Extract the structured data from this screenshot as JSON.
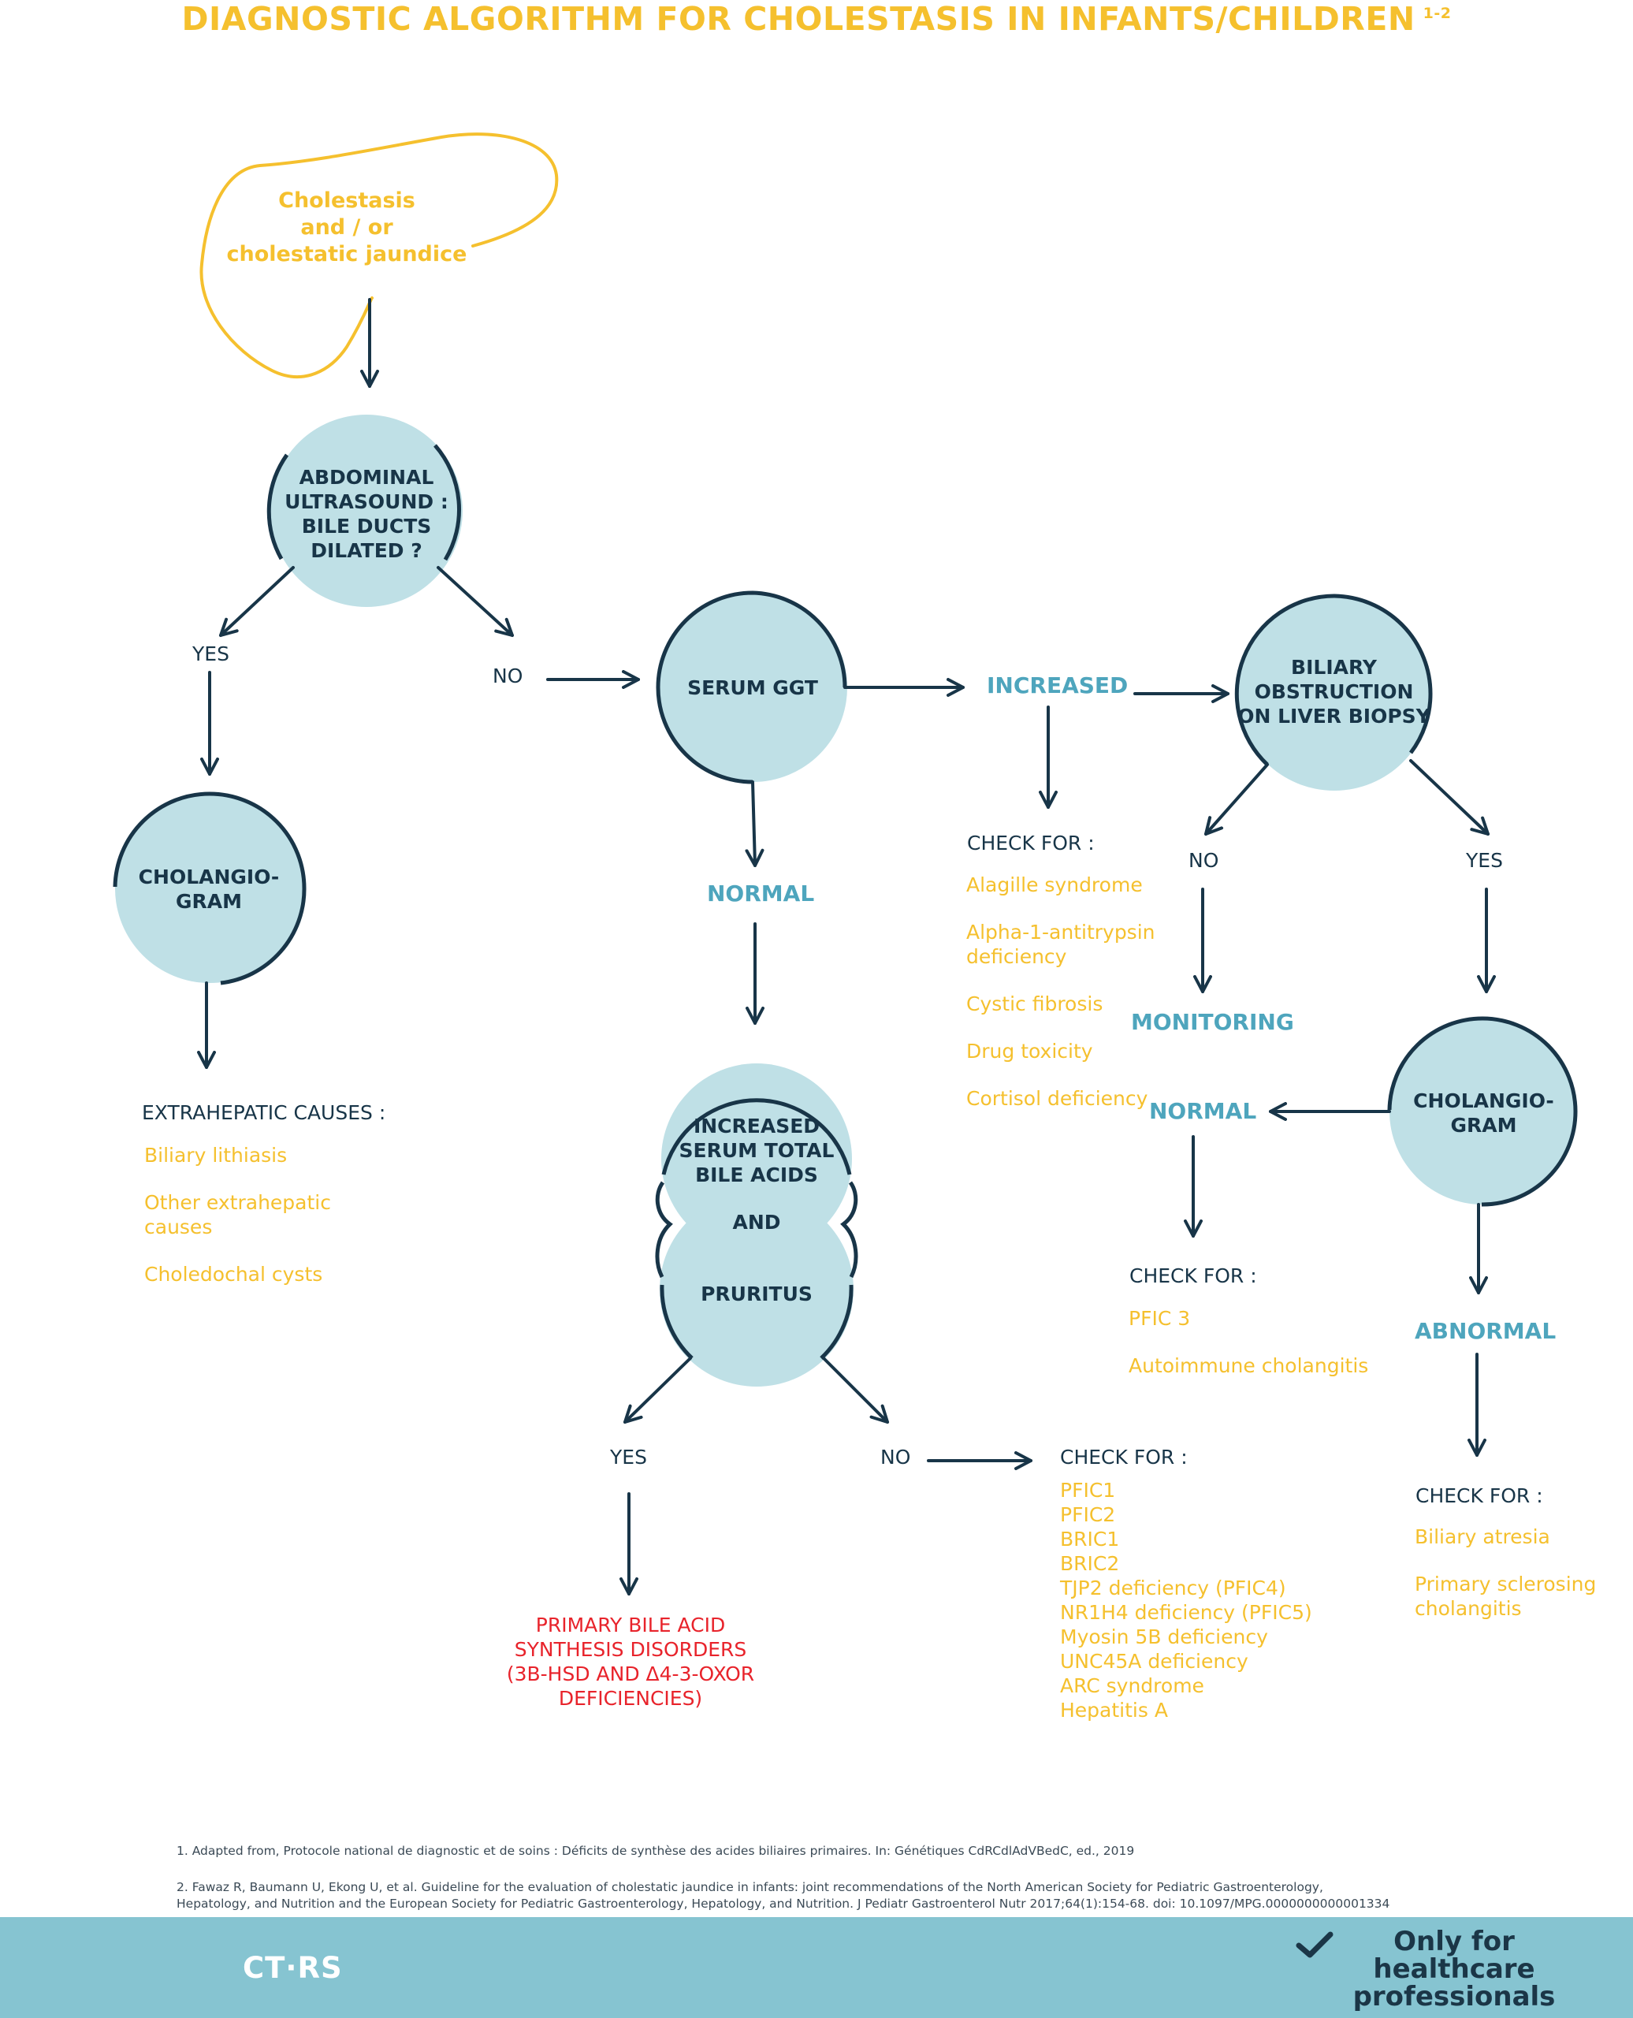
{
  "title": "DIAGNOSTIC ALGORITHM FOR CHOLESTASIS IN INFANTS/CHILDREN",
  "title_superscript": "1-2",
  "start": [
    "Cholestasis",
    "and / or",
    "cholestatic jaundice"
  ],
  "nodes": {
    "ultrasound": [
      "ABDOMINAL",
      "ULTRASOUND :",
      "BILE DUCTS",
      "DILATED ?"
    ],
    "cholangiogram_left": [
      "CHOLANGIO-",
      "GRAM"
    ],
    "serum_ggt": [
      "SERUM GGT"
    ],
    "biopsy": [
      "BILIARY",
      "OBSTRUCTION",
      "ON LIVER BIOPSY"
    ],
    "bile_acids": [
      "INCREASED",
      "SERUM TOTAL",
      "BILE ACIDS"
    ],
    "and_label": "AND",
    "pruritus": "PRURITUS",
    "cholangiogram_right": [
      "CHOLANGIO-",
      "GRAM"
    ]
  },
  "labels": {
    "yes_ultrasound": "YES",
    "no_ultrasound": "NO",
    "no_biopsy": "NO",
    "yes_biopsy": "YES",
    "yes_pruritus": "YES",
    "no_pruritus": "NO"
  },
  "outcomes": {
    "increased": "INCREASED",
    "normal_ggt": "NORMAL",
    "monitoring": "MONITORING",
    "normal_cholangio": "NORMAL",
    "abnormal": "ABNORMAL"
  },
  "extrahepatic": {
    "heading": "EXTRAHEPATIC CAUSES :",
    "items": [
      "Biliary lithiasis",
      "Other extrahepatic causes",
      "Choledochal cysts"
    ]
  },
  "check_increased": {
    "heading": "CHECK FOR :",
    "items": [
      "Alagille syndrome",
      "Alpha-1-antitrypsin deficiency",
      "Cystic fibrosis",
      "Drug toxicity",
      "Cortisol deficiency"
    ]
  },
  "check_normal": {
    "heading": "CHECK FOR :",
    "items": [
      "PFIC 3",
      "Autoimmune cholangitis"
    ]
  },
  "check_no_pruritus": {
    "heading": "CHECK FOR :",
    "items": [
      "PFIC1",
      "PFIC2",
      "BRIC1",
      "BRIC2",
      "TJP2 deficiency (PFIC4)",
      "NR1H4 deficiency (PFIC5)",
      "Myosin 5B deficiency",
      "UNC45A deficiency",
      "ARC syndrome",
      "Hepatitis A"
    ]
  },
  "check_abnormal": {
    "heading": "CHECK FOR :",
    "items": [
      "Biliary atresia",
      "Primary sclerosing cholangitis"
    ]
  },
  "primary_disorders": [
    "PRIMARY BILE ACID",
    "SYNTHESIS DISORDERS",
    "(3B-HSD AND Δ4-3-OXOR",
    "DEFICIENCIES)"
  ],
  "references": [
    "1. Adapted from, Protocole national de diagnostic et de soins : Déficits de synthèse des acides biliaires primaires. In: Génétiques CdRCdlAdVBedC, ed., 2019",
    "2. Fawaz R, Baumann U, Ekong U, et al. Guideline for the evaluation of cholestatic jaundice in infants: joint recommendations of the North American Society for Pediatric Gastroenterology,",
    "Hepatology, and Nutrition and the European Society for Pediatric Gastroenterology, Hepatology, and Nutrition. J Pediatr Gastroenterol Nutr 2017;64(1):154-68. doi: 10.1097/MPG.0000000000001334"
  ],
  "footer": {
    "brand": "CT·RS",
    "audience": [
      "Only for",
      "healthcare",
      "professionals"
    ]
  },
  "colors": {
    "circle_fill": "#bfe0e6",
    "stroke": "#183548",
    "yellow": "#f5c02e",
    "blue_text": "#4ea5bd",
    "red": "#e8232b",
    "footer_bg": "#86c4d1"
  }
}
